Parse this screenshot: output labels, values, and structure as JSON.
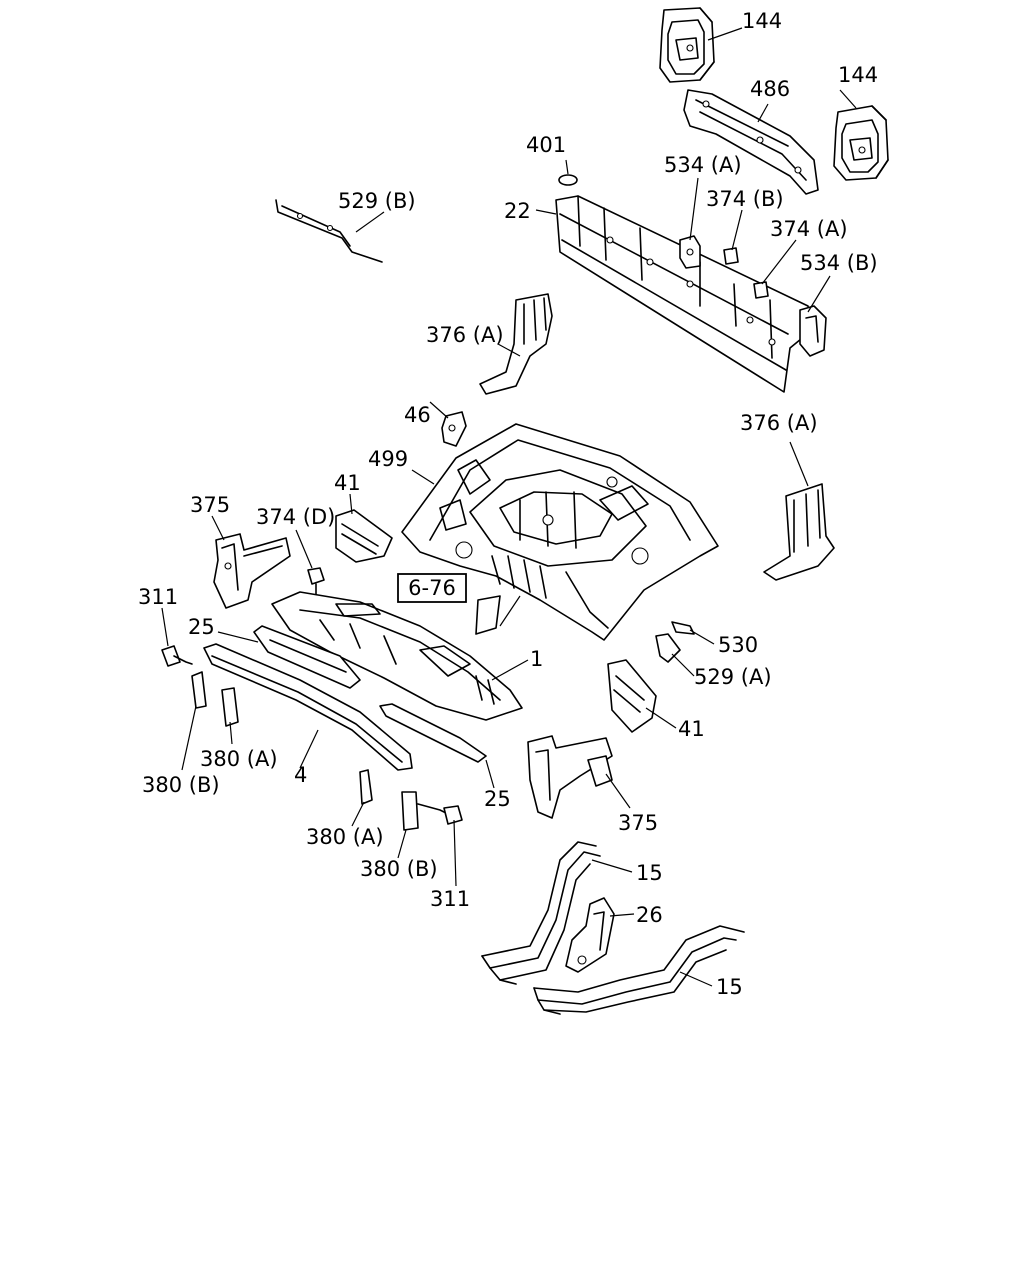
{
  "callouts": {
    "c144a": "144",
    "c144b": "144",
    "c486": "486",
    "c401": "401",
    "c534a": "534 (A)",
    "c22": "22",
    "c374b": "374 (B)",
    "c529b": "529 (B)",
    "c374a": "374 (A)",
    "c534b": "534 (B)",
    "c376a_top": "376 (A)",
    "c46": "46",
    "c376a_right": "376 (A)",
    "c499": "499",
    "c41_left": "41",
    "c375_left": "375",
    "c374d": "374 (D)",
    "c311_left": "311",
    "c25_left": "25",
    "c1": "1",
    "c530": "530",
    "c529a": "529 (A)",
    "c41_right": "41",
    "c380a_left": "380 (A)",
    "c380b_left": "380 (B)",
    "c4": "4",
    "c25_right": "25",
    "c375_right": "375",
    "c380a_bottom": "380 (A)",
    "c380b_bottom": "380 (B)",
    "c311_bottom": "311",
    "c15_top": "15",
    "c26": "26",
    "c15_bottom": "15"
  },
  "reference": {
    "label": "6-76"
  }
}
